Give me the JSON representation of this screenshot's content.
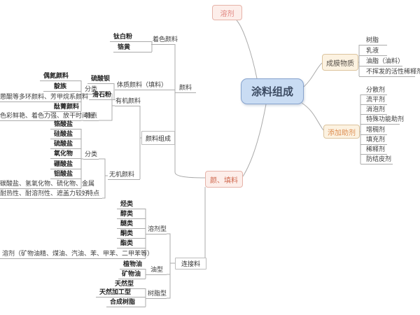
{
  "m": {
    "root": {
      "label": "涂料组成"
    },
    "solvent": {
      "label": "溶剂"
    },
    "film": {
      "label": "成膜物质",
      "items": [
        "树脂",
        "乳液",
        "油脂（油料）",
        "不挥发的活性稀释剂"
      ]
    },
    "additive": {
      "label": "添加助剂",
      "items": [
        "分散剂",
        "流平剂",
        "消泡剂",
        "特殊功能助剂",
        "增稠剂",
        "填充剂",
        "稀释剂",
        "防结皮剂"
      ]
    },
    "pigment_filler": {
      "label": "颜、填料",
      "pigment": {
        "label": "颜料",
        "coloring": {
          "label": "着色颜料",
          "items": [
            "钛白粉",
            "铬黄"
          ]
        },
        "extender": {
          "label": "体质颜料（填料）",
          "items": [
            "硫酸钡",
            "滑石粉"
          ]
        },
        "composition": {
          "label": "颜料组成",
          "organic": {
            "label": "有机颜料",
            "category_label": "分类",
            "categories": [
              "偶氮颜料",
              "靛族",
              "蒽醌等多环颜料、芳甲烷系颜料",
              "酞菁颜料"
            ],
            "feature_label": "特点",
            "features": "色彩鲜艳、着色力强、放干时间短"
          },
          "inorganic": {
            "label": "无机颜料",
            "category_label": "分类",
            "categories": [
              "铬酸盐",
              "硅酸盐",
              "硫酸盐",
              "氧化物",
              "硼酸盐",
              "钼酸盐",
              "碳酸盐、氢氧化物、硫化物、金属"
            ],
            "feature_label": "特点",
            "features": "耐热性、耐溶剂性、遮盖力较好"
          }
        }
      },
      "binder": {
        "label": "连接料",
        "solvent_type": {
          "label": "溶剂型",
          "items": [
            "烃类",
            "醇类",
            "醚类",
            "酮类",
            "酯类",
            "溶剂（矿物油精、煤油、汽油、苯、甲苯、二甲苯等）"
          ]
        },
        "oil_type": {
          "label": "油型",
          "items": [
            "植物油",
            "矿物油"
          ]
        },
        "resin_type": {
          "label": "树脂型",
          "items": [
            "天然型",
            "天然加工型",
            "合成树脂"
          ]
        }
      }
    },
    "colors": {
      "root_fill": "#c9dcf3",
      "root_border": "#87a3cd",
      "pink_fill": "#fdeeea",
      "pink_border": "#e6b3a9",
      "cream_fill": "#fcf2e1",
      "cream_border": "#dcc49e",
      "line": "#ababab"
    }
  }
}
